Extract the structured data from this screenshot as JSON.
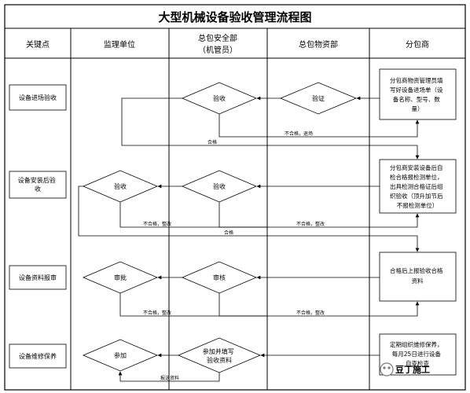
{
  "title": "大型机械设备验收管理流程图",
  "headers": {
    "key_points": "关键点",
    "supervisor": "监理单位",
    "safety_line1": "总包安全部",
    "safety_line2": "（机管员）",
    "materials": "总包物资部",
    "subcontractor": "分包商"
  },
  "key_points": [
    "设备进场验收",
    "设备安装后验收",
    "设备资料报审",
    "设备维修保养"
  ],
  "row1": {
    "sub_box": [
      "分包商物资管理员填",
      "写好设备进场单（设",
      "备名称、型号、数",
      "量）"
    ],
    "verify": "验证",
    "accept": "验收",
    "fail_return": "不合格，退场",
    "qualified": "合格"
  },
  "row2": {
    "sub_box": [
      "分包商安装设备后自",
      "检合格报检测单位，",
      "出具检测合格证后组",
      "织验收（顶升加节后",
      "不报检测单位）"
    ],
    "accept_safety": "验收",
    "accept_supervisor": "验收",
    "fail_fix_1": "不合格，整改",
    "fail_fix_2": "不合格，整改",
    "qualified": "合格"
  },
  "row3": {
    "sub_box": [
      "合格后上报验收合格",
      "资料"
    ],
    "review_safety": "审核",
    "approve_supervisor": "审批",
    "fail_fix_1": "不合格，整改",
    "fail_fix_2": "不合格，整改"
  },
  "row4": {
    "sub_box": [
      "定期组织维修保养，",
      "每月25日进行设备",
      "自查检查"
    ],
    "fill_safety": [
      "参加并填写",
      "验收资料"
    ],
    "attend_supervisor": "参加",
    "submit_data": "报送资料"
  },
  "watermark": "豆丁施工"
}
